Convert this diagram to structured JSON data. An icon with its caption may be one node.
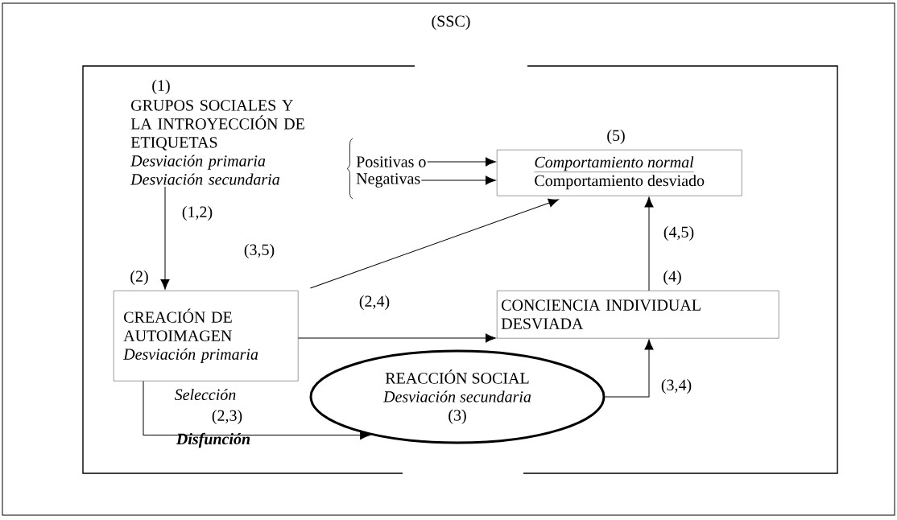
{
  "diagram": {
    "nodes": [
      {
        "text": [
          "GRUPOS SOCIALES Y LA INTROYECCIÓN DE ETIQUETAS",
          "Desviación primaria",
          "Desviación secundaria"
        ],
        "beside": [
          "(1)"
        ]
      },
      {
        "text": [
          "Positivas o"
        ]
      },
      {
        "text": [
          "Negativas"
        ]
      },
      {
        "text": [
          "Comportamiento normal",
          "Comportamiento desviado"
        ],
        "beside": [
          "(5)"
        ]
      },
      {
        "text": [
          "CREACIÓN DE AUTOIMAGEN",
          "Desviación primaria"
        ],
        "beside": [
          "(2)"
        ]
      },
      {
        "text": [
          "CONCIENCIA INDIVIDUAL DESVIADA"
        ],
        "beside": [
          "(4)"
        ]
      },
      {
        "text": [
          "REACCIÓN SOCIAL",
          "Desviación secundaria",
          "(3)"
        ]
      }
    ],
    "edges": [
      {
        "from": 0,
        "to": 4,
        "arrow": "to",
        "label": "(1,2)"
      },
      {
        "from": 1,
        "to": 3,
        "arrow": "to"
      },
      {
        "from": 2,
        "to": 3,
        "arrow": "to"
      },
      {
        "from": 4,
        "to": 3,
        "arrow": "to",
        "label": "(3,5)"
      },
      {
        "from": 4,
        "to": 5,
        "arrow": "to",
        "label": "(2,4)"
      },
      {
        "from": 5,
        "to": 3,
        "arrow": "to",
        "label": "(4,5)"
      },
      {
        "from": 6,
        "to": 5,
        "arrow": "to",
        "label": "(3,4)"
      },
      {
        "from": 4,
        "to": 6,
        "arrow": "to",
        "label": "(2,3)"
      }
    ],
    "labels": [
      "(SSC)",
      "Selección",
      "Disfunción"
    ]
  }
}
